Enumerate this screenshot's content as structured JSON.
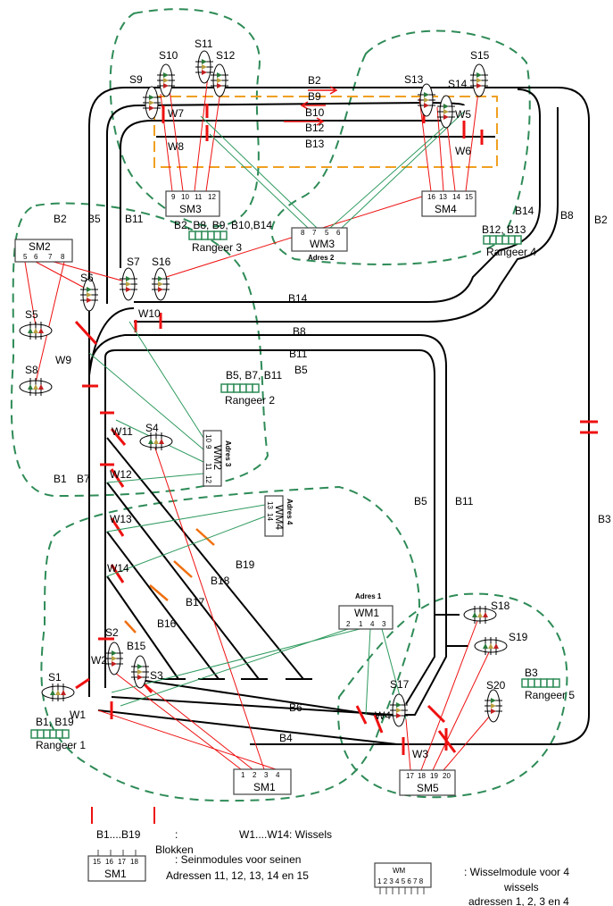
{
  "signals": [
    "S1",
    "S2",
    "S3",
    "S4",
    "S5",
    "S6",
    "S7",
    "S8",
    "S9",
    "S10",
    "S11",
    "S12",
    "S13",
    "S14",
    "S15",
    "S16",
    "S17",
    "S18",
    "S19",
    "S20"
  ],
  "switches": [
    "W1",
    "W2",
    "W3",
    "W4",
    "W5",
    "W6",
    "W7",
    "W8",
    "W9",
    "W10",
    "W11",
    "W12",
    "W13",
    "W14"
  ],
  "blocks": {
    "b1": "B1",
    "b7": "B7",
    "b2_top": "B2",
    "b9": "B9",
    "b10": "B10",
    "b12": "B12",
    "b13": "B13",
    "b2_left": "B2",
    "b5_left": "B5",
    "b11_left": "B11",
    "b14_right": "B14",
    "b8_right": "B8",
    "b2_right": "B2",
    "b14_mid": "B14",
    "b8_mid": "B8",
    "b11_mid": "B11",
    "b5_mid": "B5",
    "b5_right": "B5",
    "b11_right": "B11",
    "b3": "B3",
    "b19": "B19",
    "b18": "B18",
    "b17": "B17",
    "b16": "B16",
    "b15": "B15",
    "b6": "B6",
    "b4": "B4"
  },
  "modules": {
    "sm1": {
      "name": "SM1",
      "pins": [
        "1",
        "2",
        "3",
        "4"
      ]
    },
    "sm2": {
      "name": "SM2",
      "pins": [
        "5",
        "6",
        "7",
        "8"
      ]
    },
    "sm3": {
      "name": "SM3",
      "pins": [
        "9",
        "10",
        "11",
        "12"
      ]
    },
    "sm4": {
      "name": "SM4",
      "pins": [
        "16",
        "13",
        "14",
        "15"
      ]
    },
    "sm5": {
      "name": "SM5",
      "pins": [
        "17",
        "18",
        "19",
        "20"
      ]
    },
    "wm1": {
      "name": "WM1",
      "address": "Adres 1",
      "pins": [
        "2",
        "1",
        "4",
        "3"
      ]
    },
    "wm2": {
      "name": "WM2",
      "address": "Adres 3",
      "pins": [
        "10",
        "9",
        "11",
        "12"
      ]
    },
    "wm3": {
      "name": "WM3",
      "address": "Adres 2",
      "pins": [
        "8",
        "7",
        "5",
        "6"
      ]
    },
    "wm4": {
      "name": "WM4",
      "address": "Adres 4",
      "pins": [
        "13",
        "14"
      ]
    }
  },
  "rangeers": [
    {
      "name": "Rangeer 1",
      "blocks": "B1, B19"
    },
    {
      "name": "Rangeer 2",
      "blocks": "B5, B7, B11"
    },
    {
      "name": "Rangeer 3",
      "blocks": "B2, B8,  B9, B10,B14"
    },
    {
      "name": "Rangeer 4",
      "blocks": "B12, B13"
    },
    {
      "name": "Rangeer 5",
      "blocks": "B3"
    }
  ],
  "legend": {
    "blocks_range": "B1....B19",
    "colon": ":",
    "blocks_desc": "Blokken",
    "switches": "W1....W14: Wissels",
    "sm_example": {
      "name": "SM1",
      "pins": [
        "15",
        "16",
        "17",
        "18"
      ]
    },
    "sm_desc1": ": Seinmodules voor seinen",
    "sm_desc2": "Adressen 11, 12, 13, 14 en 15",
    "wm_example": {
      "name": "WM",
      "pins": "1 2 3 4 5 6 7 8"
    },
    "wm_desc1": ": Wisselmodule voor 4",
    "wm_desc2": "wissels",
    "wm_desc3": "adressen 1, 2, 3 en 4"
  },
  "colors": {
    "track": "#000000",
    "block_mark": "#ee1111",
    "zone": "#2e8b57",
    "wiring_signal": "#ee1111",
    "wiring_switch": "#2e9a5e",
    "region_highlight": "#f0a020",
    "direction_arrow": "#f07010"
  }
}
